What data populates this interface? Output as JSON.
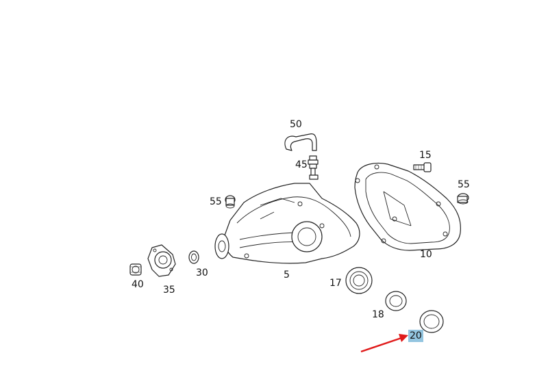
{
  "diagram": {
    "callouts": [
      {
        "id": "c50",
        "label": "50"
      },
      {
        "id": "c45",
        "label": "45"
      },
      {
        "id": "c15",
        "label": "15"
      },
      {
        "id": "c55a",
        "label": "55"
      },
      {
        "id": "c55b",
        "label": "55"
      },
      {
        "id": "c10",
        "label": "10"
      },
      {
        "id": "c5",
        "label": "5"
      },
      {
        "id": "c30",
        "label": "30"
      },
      {
        "id": "c40",
        "label": "40"
      },
      {
        "id": "c35",
        "label": "35"
      },
      {
        "id": "c17",
        "label": "17"
      },
      {
        "id": "c18",
        "label": "18"
      },
      {
        "id": "c20",
        "label": "20",
        "highlighted": true
      }
    ],
    "highlight_color": "#93c5e0",
    "arrow_color": "#e01b1b"
  }
}
